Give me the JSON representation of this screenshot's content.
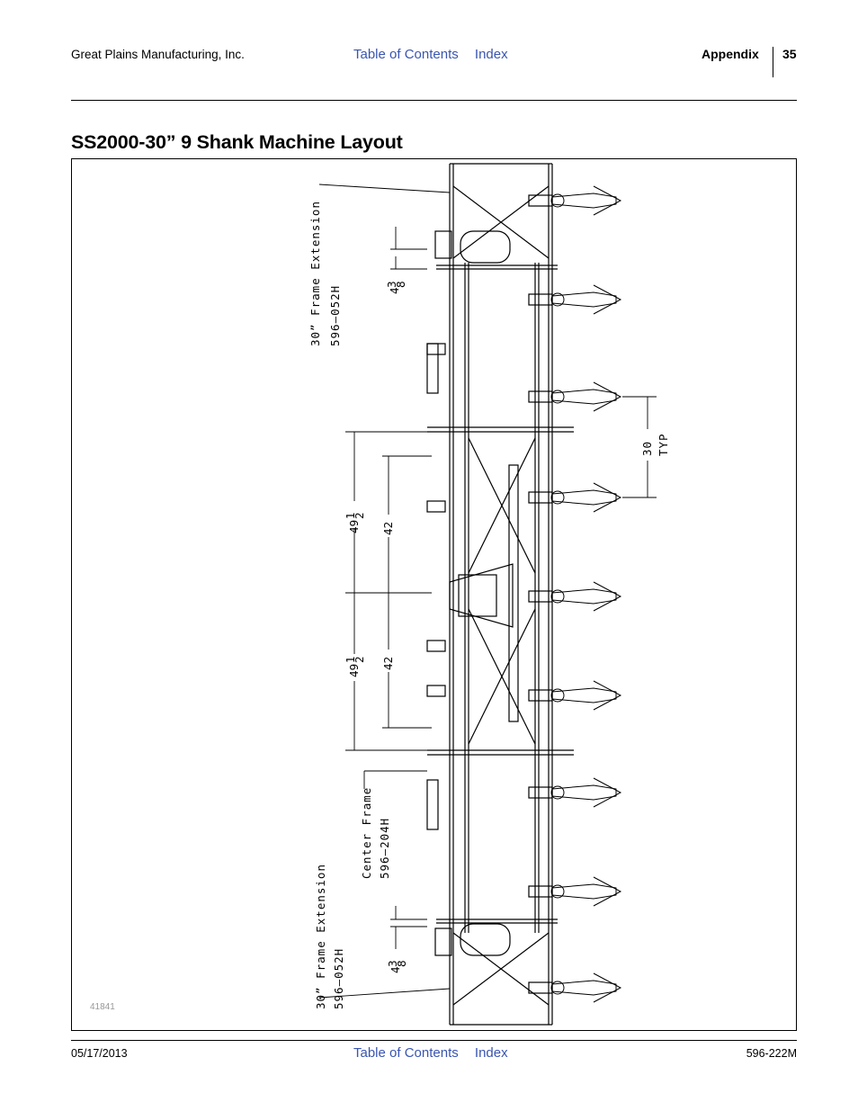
{
  "header": {
    "company": "Great Plains Manufacturing, Inc.",
    "toc_link": "Table of Contents",
    "index_link": "Index",
    "section": "Appendix",
    "page_number": "35"
  },
  "title": "SS2000-30” 9 Shank Machine Layout",
  "figure": {
    "figure_number": "41841",
    "labels": {
      "frame_extension_top_1": "30”  Frame  Extension",
      "frame_extension_top_2": "596–052H",
      "frame_extension_bottom_1": "30”  Frame  Extension",
      "frame_extension_bottom_2": "596–052H",
      "center_frame_1": "Center  Frame",
      "center_frame_2": "596–204H",
      "typ_1": "30",
      "typ_2": "TYP"
    },
    "dimensions": {
      "small_top_whole": "4",
      "small_top_num": "3",
      "small_top_den": "8",
      "small_bottom_whole": "4",
      "small_bottom_num": "3",
      "small_bottom_den": "8",
      "upper_outer_whole": "49",
      "upper_outer_num": "1",
      "upper_outer_den": "2",
      "upper_inner": "42",
      "lower_outer_whole": "49",
      "lower_outer_num": "1",
      "lower_outer_den": "2",
      "lower_inner": "42"
    }
  },
  "footer": {
    "date": "05/17/2013",
    "toc_link": "Table of Contents",
    "index_link": "Index",
    "doc_number": "596-222M"
  }
}
